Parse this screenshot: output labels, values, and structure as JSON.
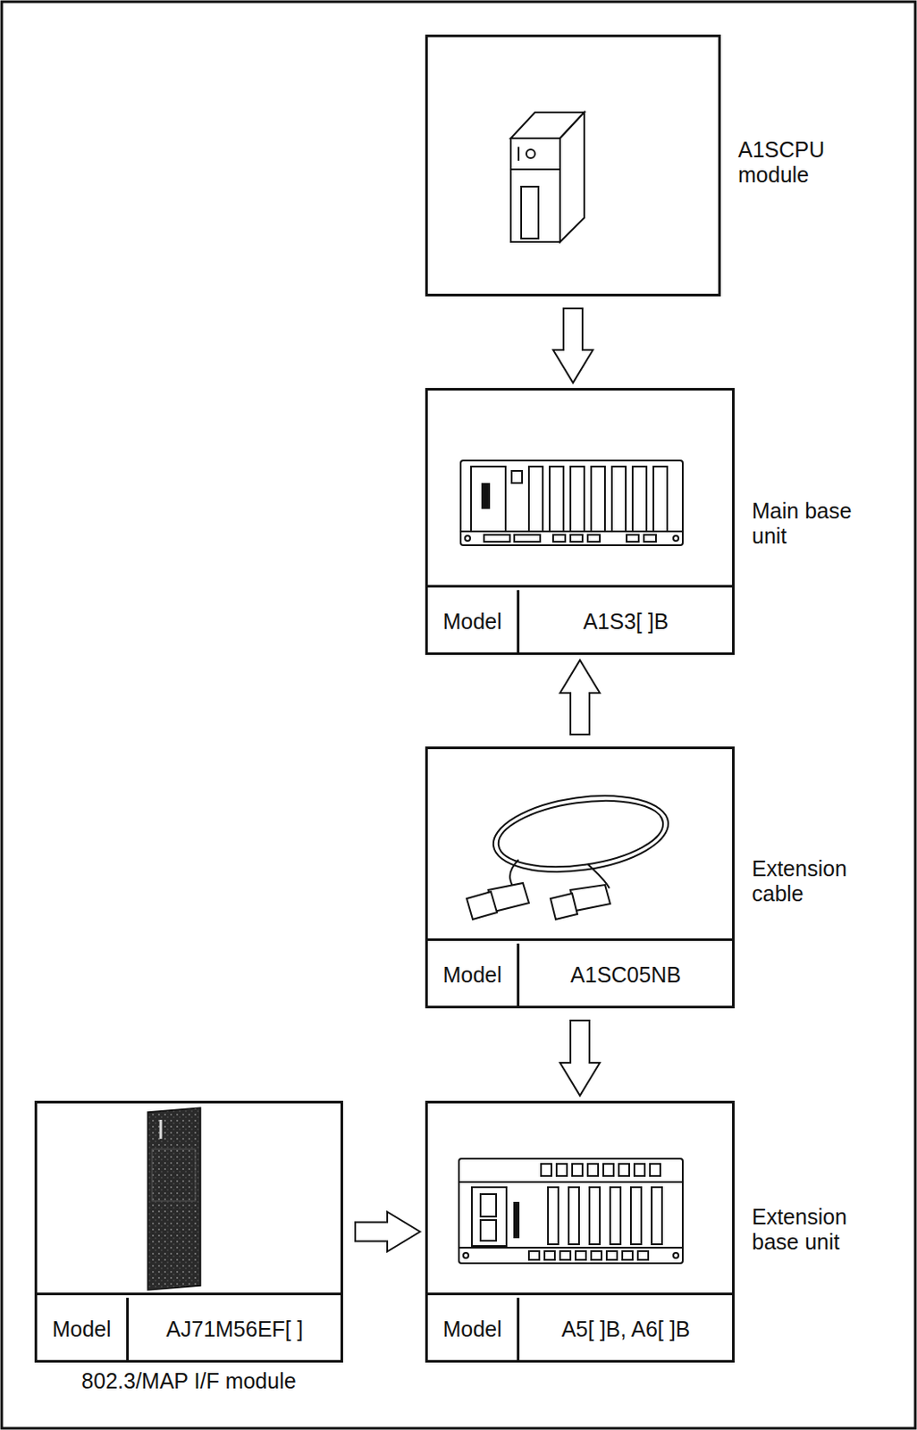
{
  "diagram": {
    "nodes": [
      {
        "text": [
          "A1SCPU module"
        ]
      },
      {
        "text": [
          "Main base unit",
          "Model",
          "A1S3[ ]B"
        ]
      },
      {
        "text": [
          "Extension cable",
          "Model",
          "A1SC05NB"
        ]
      },
      {
        "text": [
          "Model",
          "AJ71M56EF[ ]",
          "802.3/MAP I/F module"
        ]
      },
      {
        "text": [
          "Extension base unit",
          "Model",
          "A5[ ]B, A6[ ]B"
        ]
      }
    ],
    "edges": [
      {
        "from": 0,
        "to": 1,
        "arrow": "to"
      },
      {
        "from": 2,
        "to": 1,
        "arrow": "to"
      },
      {
        "from": 2,
        "to": 4,
        "arrow": "to"
      },
      {
        "from": 3,
        "to": 4,
        "arrow": "to"
      }
    ]
  }
}
